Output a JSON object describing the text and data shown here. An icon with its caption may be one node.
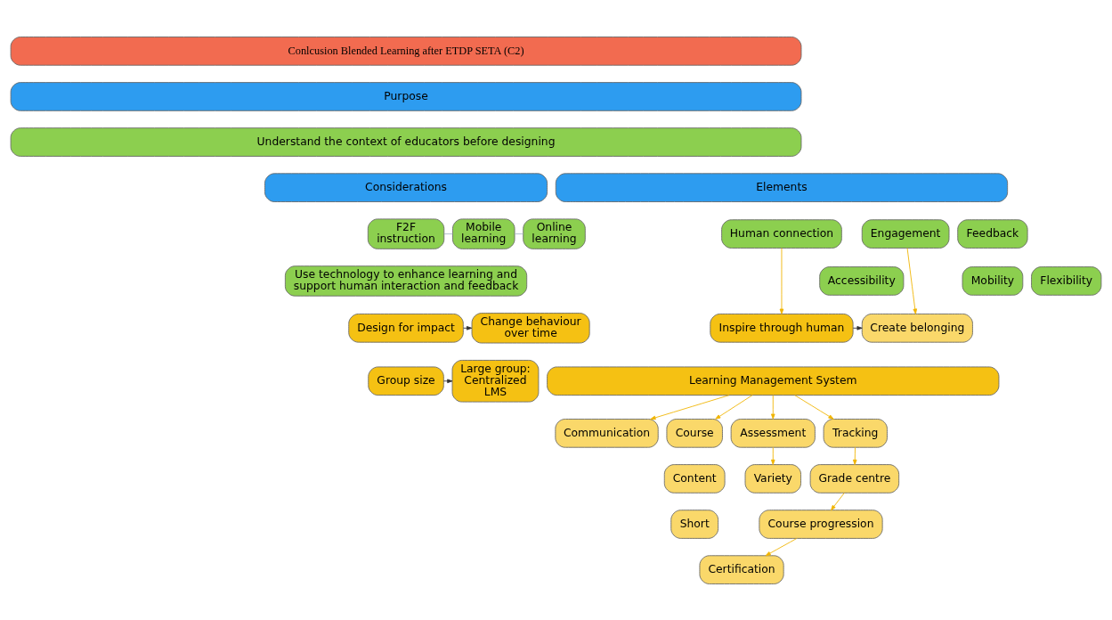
{
  "diagram": {
    "nodes": [
      {
        "text": [
          "Conlcusion Blended Learning after ETDP SETA (C2)"
        ]
      },
      {
        "text": [
          "Purpose"
        ]
      },
      {
        "text": [
          "Understand the context of educators before designing"
        ]
      },
      {
        "text": [
          "Considerations"
        ]
      },
      {
        "text": [
          "Elements"
        ]
      },
      {
        "text": [
          "F2F instruction"
        ]
      },
      {
        "text": [
          "Mobile learning"
        ]
      },
      {
        "text": [
          "Online learning"
        ]
      },
      {
        "text": [
          "Human connection"
        ]
      },
      {
        "text": [
          "Feedback"
        ]
      },
      {
        "text": [
          "Engagement"
        ]
      },
      {
        "text": [
          "Flexibility"
        ]
      },
      {
        "text": [
          "Mobility"
        ]
      },
      {
        "text": [
          "Accessibility"
        ]
      },
      {
        "text": [
          "Use technology to enhance learning and support human interaction and feedback"
        ]
      },
      {
        "text": [
          "Inspire through human"
        ]
      },
      {
        "text": [
          "Create belonging"
        ]
      },
      {
        "text": [
          "Design for impact"
        ]
      },
      {
        "text": [
          "Change behaviour over time"
        ]
      },
      {
        "text": [
          "Learning Management System"
        ]
      },
      {
        "text": [
          "Communication"
        ]
      },
      {
        "text": [
          "Course"
        ]
      },
      {
        "text": [
          "Assessment"
        ]
      },
      {
        "text": [
          "Tracking"
        ]
      },
      {
        "text": [
          "Group size"
        ]
      },
      {
        "text": [
          "Large group: Centralized LMS"
        ]
      },
      {
        "text": [
          "Content"
        ]
      },
      {
        "text": [
          "Variety"
        ]
      },
      {
        "text": [
          "Grade centre"
        ]
      },
      {
        "text": [
          "Short"
        ]
      },
      {
        "text": [
          "Course progression"
        ]
      },
      {
        "text": [
          "Certification"
        ]
      }
    ],
    "edges": [
      {
        "from": 5,
        "to": 6,
        "arrow": "none",
        "color": "#a9b8c8"
      },
      {
        "from": 6,
        "to": 7,
        "arrow": "none",
        "color": "#a9b8c8"
      },
      {
        "from": 8,
        "to": 15,
        "arrow": "to"
      },
      {
        "from": 10,
        "to": 16,
        "arrow": "to"
      },
      {
        "from": 15,
        "to": 16,
        "arrow": "to",
        "color": "#333333"
      },
      {
        "from": 17,
        "to": 18,
        "arrow": "to",
        "color": "#333333"
      },
      {
        "from": 24,
        "to": 25,
        "arrow": "to",
        "color": "#333333"
      },
      {
        "from": 19,
        "to": 20,
        "arrow": "to"
      },
      {
        "from": 19,
        "to": 21,
        "arrow": "to"
      },
      {
        "from": 19,
        "to": 22,
        "arrow": "to"
      },
      {
        "from": 19,
        "to": 23,
        "arrow": "to"
      },
      {
        "from": 22,
        "to": 27,
        "arrow": "to"
      },
      {
        "from": 23,
        "to": 28,
        "arrow": "to"
      },
      {
        "from": 28,
        "to": 30,
        "arrow": "to"
      },
      {
        "from": 30,
        "to": 31,
        "arrow": "to"
      }
    ]
  }
}
